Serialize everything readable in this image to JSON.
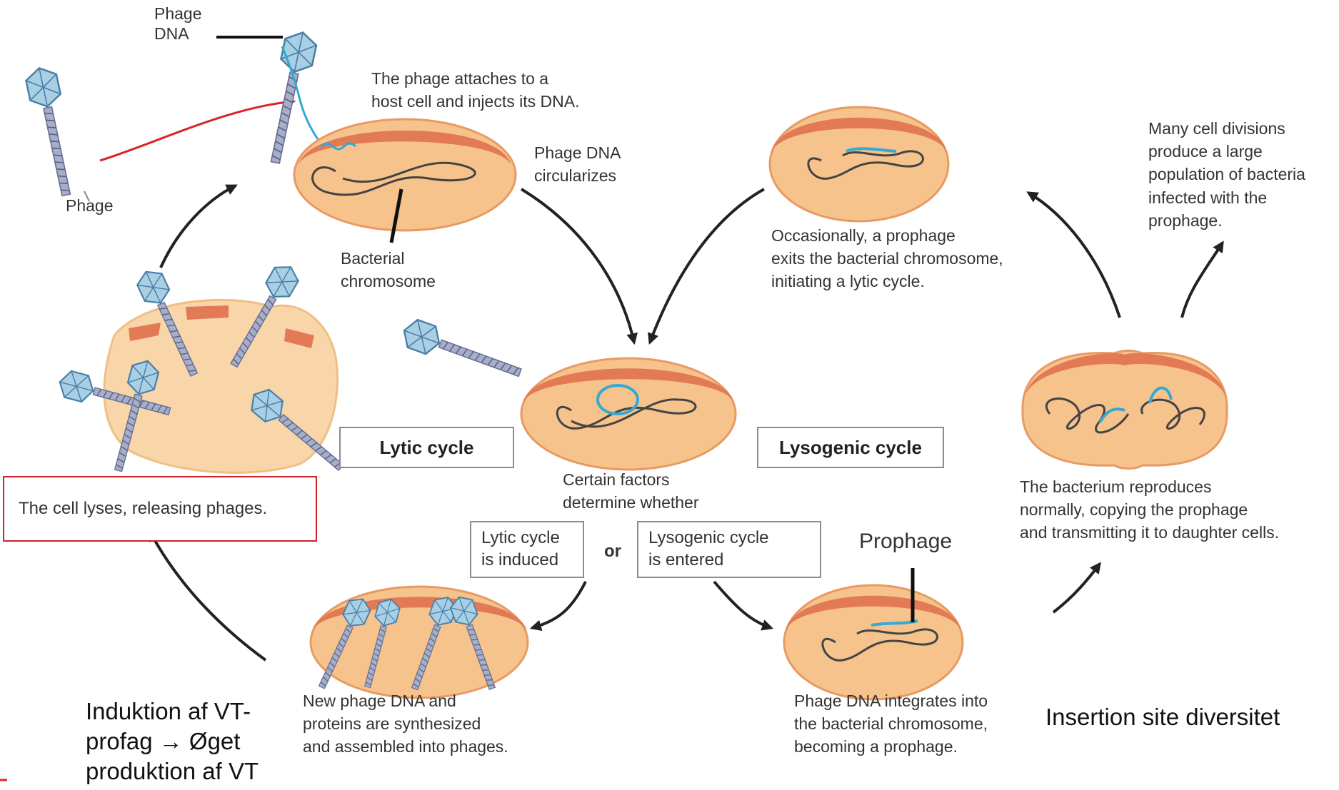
{
  "colors": {
    "cell_fill": "#f7c38c",
    "cell_edge": "#e89a63",
    "cell_top": "#e27a55",
    "phage_dna": "#35a9d3",
    "chromosome": "#444444",
    "red_arrow": "#d9252a",
    "red_border": "#d0202a"
  },
  "labels": {
    "phage_dna": "Phage\nDNA",
    "phage": "Phage",
    "attach": "The phage attaches to a\nhost cell and injects its DNA.",
    "circularizes": "Phage DNA\ncircularizes",
    "bacterial_chromosome": "Bacterial\nchromosome",
    "occasionally": "Occasionally, a prophage\nexits the bacterial chromosome,\ninitiating a lytic cycle.",
    "many_divisions": "Many cell divisions\nproduce a large\npopulation of bacteria\ninfected with the\nprophage.",
    "certain_factors": "Certain factors\ndetermine whether",
    "or": "or",
    "reproduces": "The bacterium reproduces\nnormally, copying the prophage\nand transmitting it to daughter cells.",
    "prophage": "Prophage",
    "new_phage": "New phage DNA and\nproteins are synthesized\nand assembled into phages.",
    "integrates": "Phage DNA integrates into\nthe bacterial chromosome,\nbecoming a prophage.",
    "cell_lyses": "The cell lyses, releasing phages.",
    "induktion": "Induktion af VT-\nprofag → Øget\nproduktion af VT",
    "insertion": "Insertion site diversitet"
  },
  "boxes": {
    "lytic_cycle": "Lytic cycle",
    "lysogenic_cycle": "Lysogenic cycle",
    "lytic_induced": "Lytic cycle\nis induced",
    "lysogenic_entered": "Lysogenic cycle\nis entered"
  }
}
